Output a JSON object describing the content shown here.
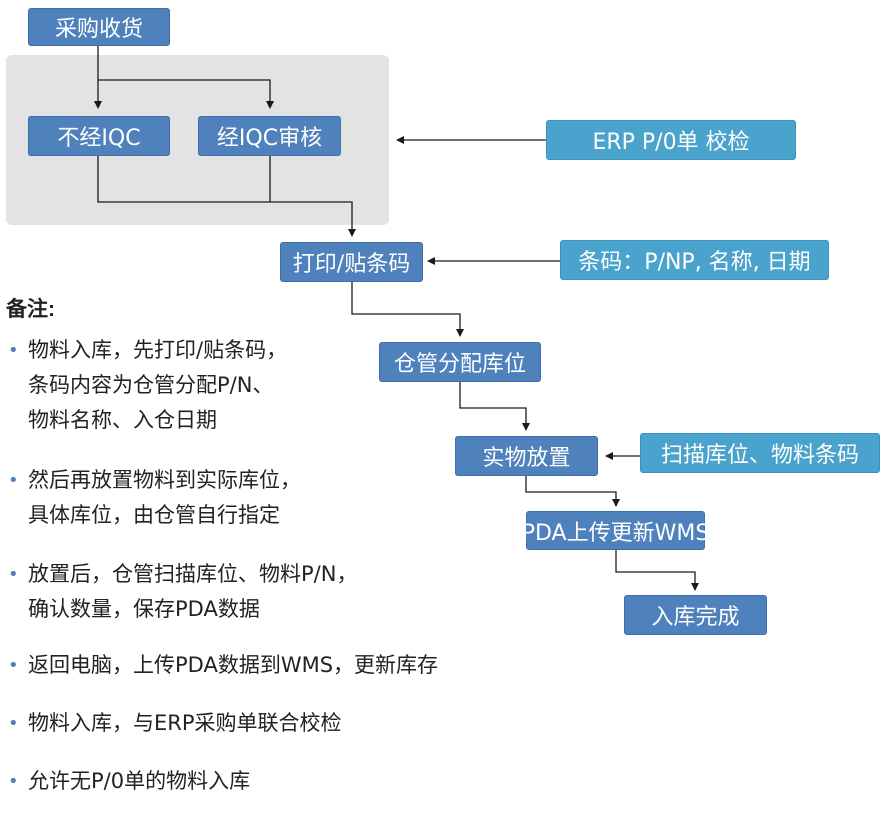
{
  "flow": {
    "receive": "采购收货",
    "no_iqc": "不经IQC",
    "iqc_review": "经IQC审核",
    "erp_check": "ERP P/0单 校检",
    "print_label": "打印/贴条码",
    "barcode_info": "条码：P/NP, 名称, 日期",
    "assign_location": "仓管分配库位",
    "place": "实物放置",
    "scan": "扫描库位、物料条码",
    "pda_upload": "PDA上传更新WMS",
    "done": "入库完成"
  },
  "notes": {
    "title": "备注:",
    "items": [
      {
        "lines": [
          "物料入库，先打印/贴条码，",
          "条码内容为仓管分配P/N、",
          "物料名称、入仓日期"
        ]
      },
      {
        "lines": [
          "然后再放置物料到实际库位，",
          "具体库位，由仓管自行指定"
        ]
      },
      {
        "lines": [
          "放置后，仓管扫描库位、物料P/N，",
          "确认数量，保存PDA数据"
        ]
      },
      {
        "lines": [
          "返回电脑，上传PDA数据到WMS，更新库存"
        ]
      },
      {
        "lines": [
          "物料入库，与ERP采购单联合校检"
        ]
      },
      {
        "lines": [
          "允许无P/0单的物料入库"
        ]
      }
    ]
  },
  "colors": {
    "node_dark": "#4f81bd",
    "node_light": "#4aa3cc",
    "group_bg": "#e3e3e3",
    "connector": "#1a1a1a"
  }
}
